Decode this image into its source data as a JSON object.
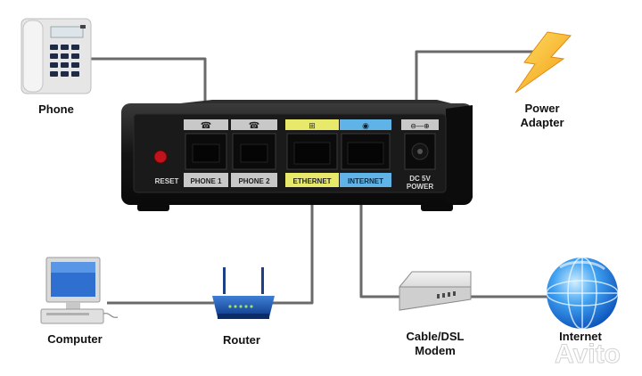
{
  "device": {
    "reset_label": "RESET",
    "ports": {
      "phone1": "PHONE 1",
      "phone2": "PHONE 2",
      "ethernet": "ETHERNET",
      "internet": "INTERNET",
      "power_line1": "DC 5V",
      "power_line2": "POWER"
    }
  },
  "labels": {
    "phone": "Phone",
    "power_adapter_1": "Power",
    "power_adapter_2": "Adapter",
    "computer": "Computer",
    "router": "Router",
    "modem_1": "Cable/DSL",
    "modem_2": "Modem",
    "internet": "Internet"
  },
  "watermark": "Avito",
  "colors": {
    "cable": "#6a6a6a",
    "device_body": "#1c1c1c",
    "ethernet_port": "#e8e86a",
    "internet_port": "#5fb3e6",
    "phone_port": "#c8c8c8",
    "reset_button": "#c0141c"
  }
}
